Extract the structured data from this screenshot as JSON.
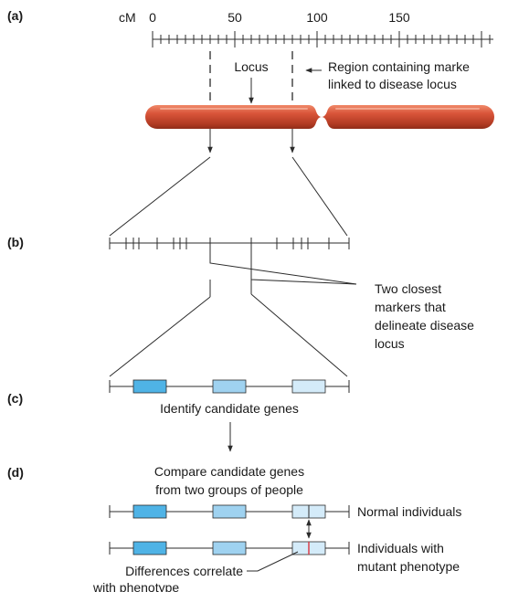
{
  "panels": {
    "a": "(a)",
    "b": "(b)",
    "c": "(c)",
    "d": "(d)"
  },
  "scale": {
    "unit": "cM",
    "ticks": [
      "0",
      "50",
      "100",
      "150"
    ]
  },
  "chromosome": {
    "locus_label": "Locus",
    "region_label_line1": "Region containing marke",
    "region_label_line2": "linked to disease locus"
  },
  "markers": {
    "closest_label_lines": [
      "Two closest",
      "markers that",
      "delineate disease",
      "locus"
    ]
  },
  "candidates": {
    "label": "Identify candidate genes"
  },
  "compare": {
    "label_line1": "Compare candidate genes",
    "label_line2": "from two groups of people",
    "normal_label": "Normal individuals",
    "mutant_label_line1": "Individuals with",
    "mutant_label_line2": "mutant phenotype",
    "differences_line1": "Differences correlate",
    "differences_line2": "with phenotype"
  },
  "colors": {
    "chromosome": "#c8442a",
    "gene_dark": "#4fb3e6",
    "gene_mid": "#9fd2f0",
    "gene_light": "#d4ebf9",
    "mutation": "#d9333f"
  }
}
